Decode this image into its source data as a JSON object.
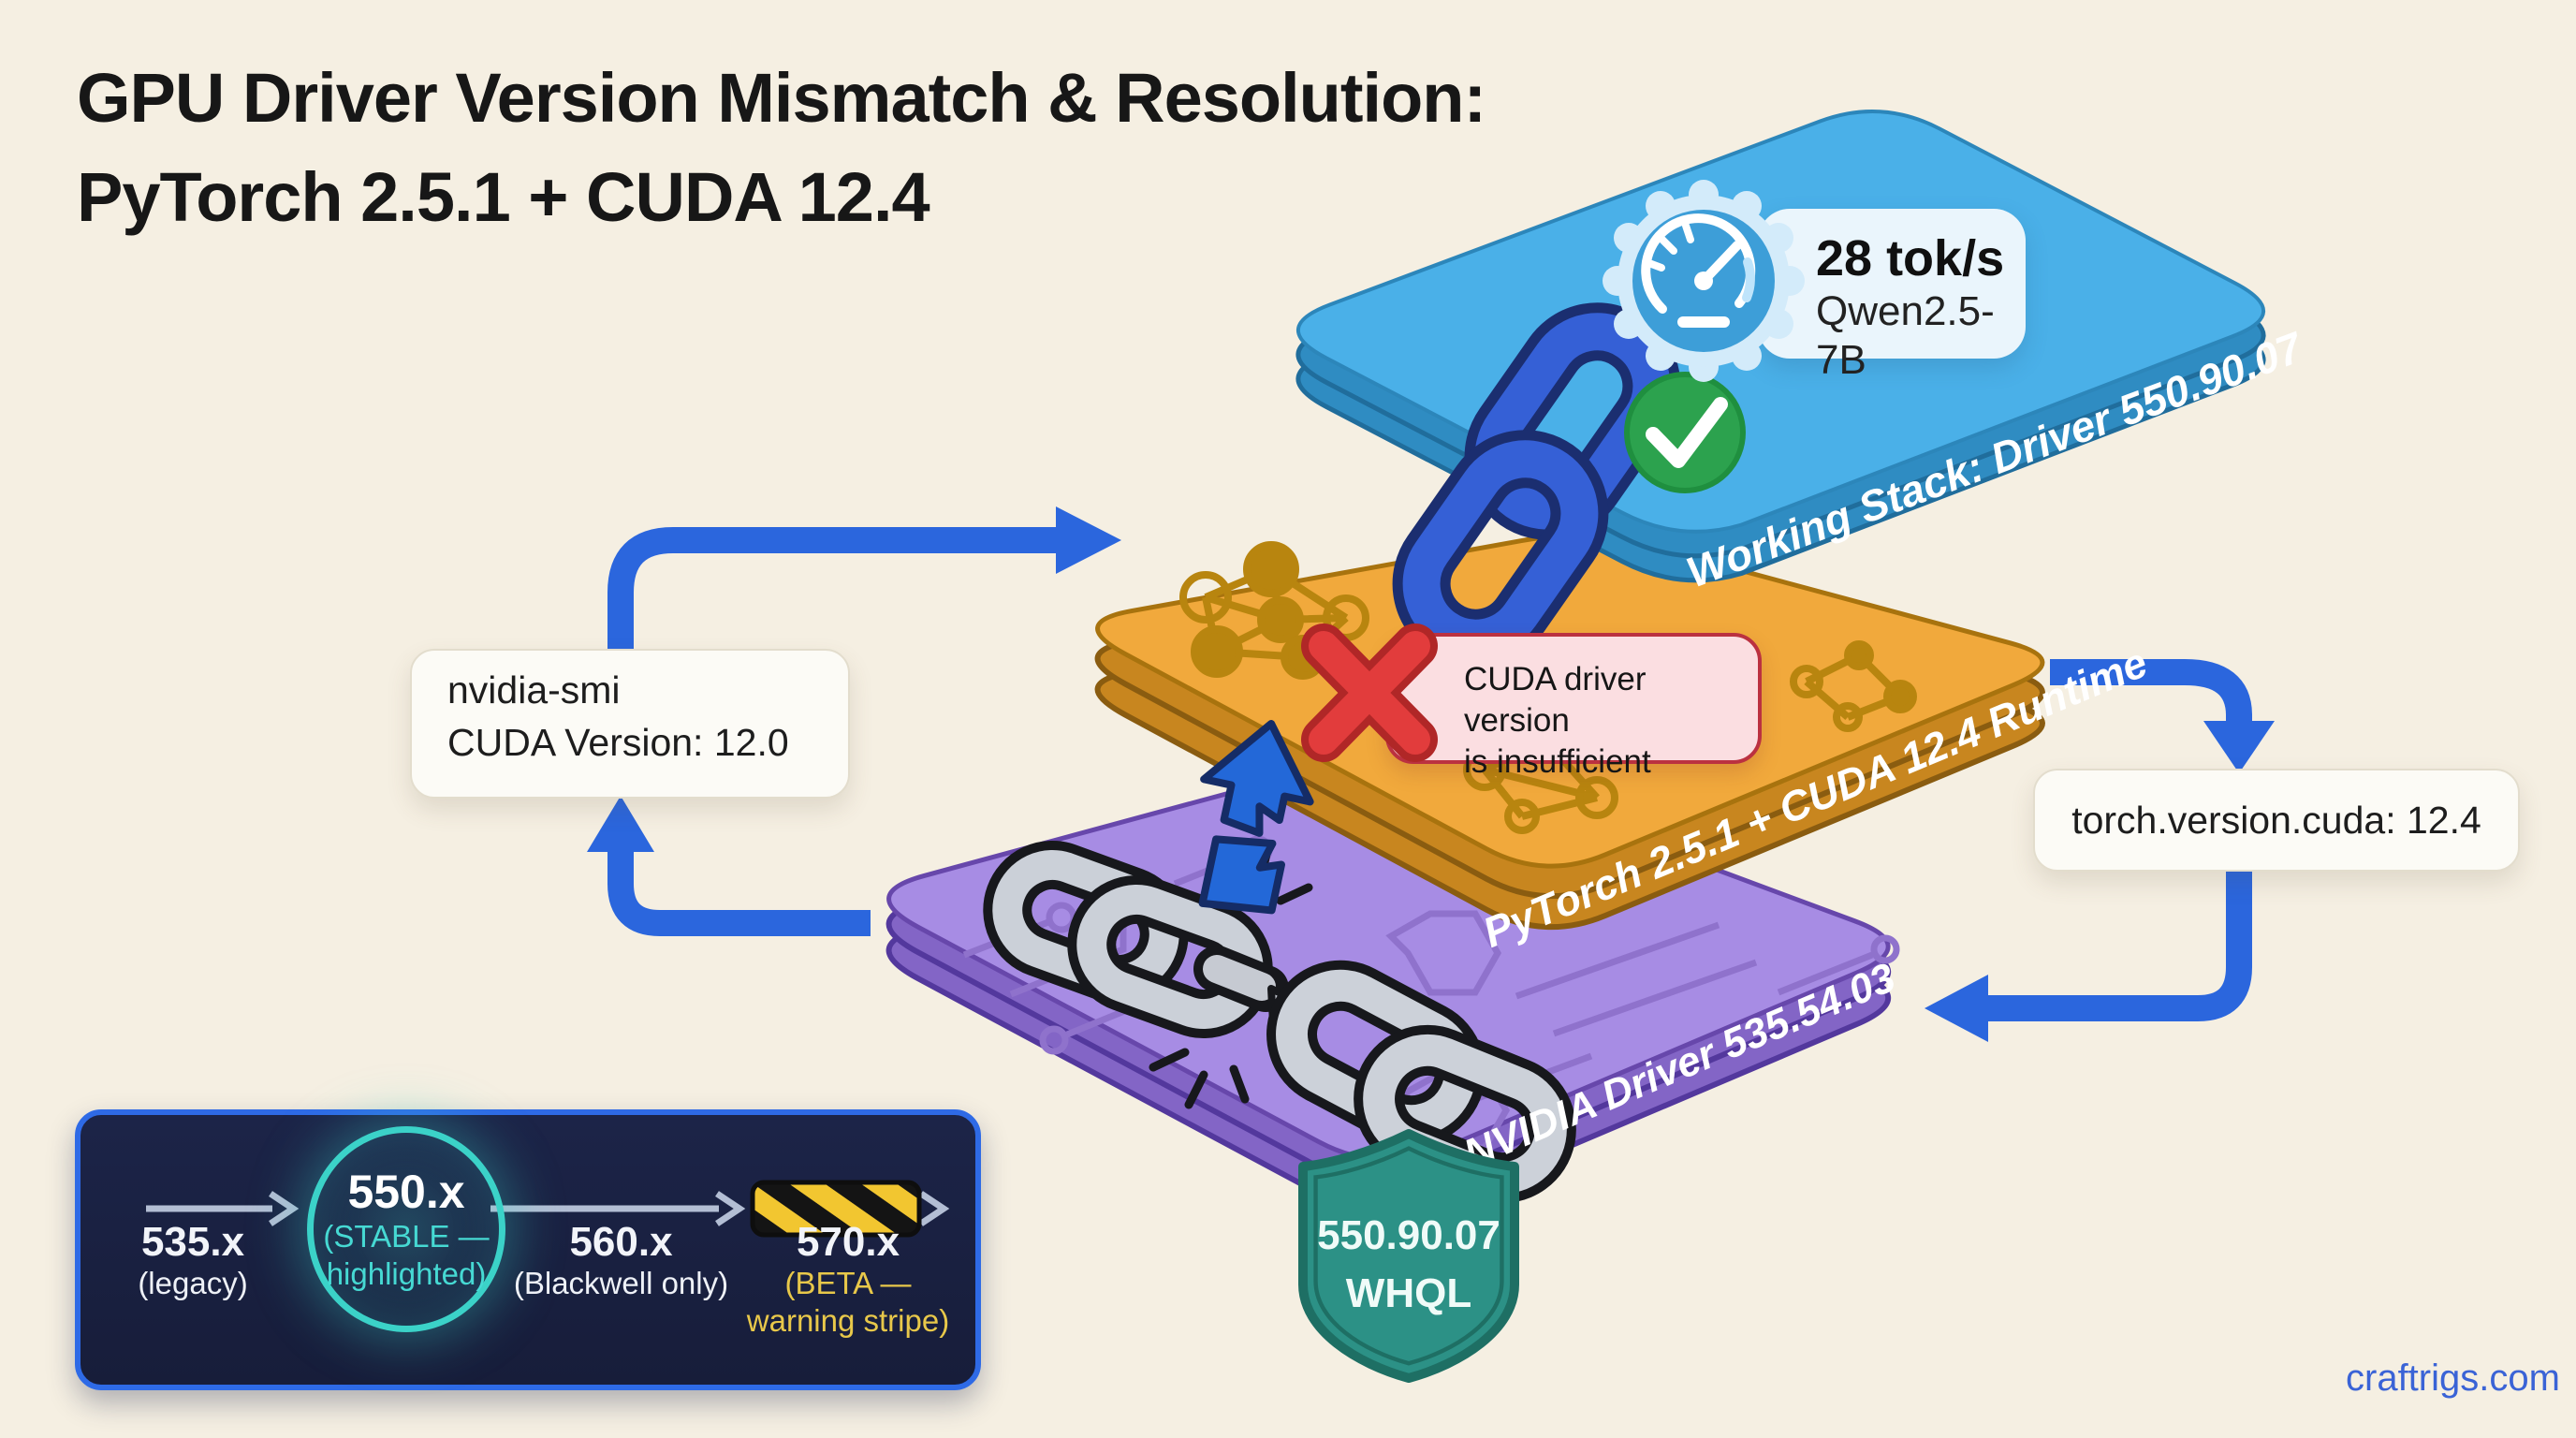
{
  "title": {
    "line1": "GPU Driver Version Mismatch & Resolution:",
    "line2": "PyTorch 2.5.1 + CUDA 12.4"
  },
  "badge": {
    "value": "28 tok/s",
    "model": "Qwen2.5-7B"
  },
  "layers": {
    "working": {
      "label": "Working Stack: Driver 550.90.07"
    },
    "runtime": {
      "label": "PyTorch 2.5.1 + CUDA 12.4 Runtime"
    },
    "driver": {
      "label": "NVIDIA Driver 535.54.03"
    }
  },
  "callouts": {
    "error": {
      "line1": "CUDA driver version",
      "line2": "is insufficient"
    },
    "smi": {
      "line1": "nvidia-smi",
      "line2": "CUDA Version: 12.0"
    },
    "torch": {
      "text": "torch.version.cuda: 12.4"
    }
  },
  "shield": {
    "version": "550.90.07",
    "cert": "WHQL"
  },
  "timeline": {
    "stops": [
      {
        "version": "535.x",
        "note": "(legacy)"
      },
      {
        "version": "550.x",
        "note1": "(STABLE —",
        "note2": "highlighted)"
      },
      {
        "version": "560.x",
        "note": "(Blackwell only)"
      },
      {
        "version": "570.x",
        "note1": "(BETA —",
        "note2": "warning stripe)"
      }
    ]
  },
  "watermark": "craftrigs.com",
  "colors": {
    "background": "#f5efe2",
    "arrow_blue": "#2b66dd",
    "layer_working_blue": "#4ab0e8",
    "layer_runtime_orange": "#f1a93c",
    "layer_driver_purple": "#a78ce4",
    "error_red": "#e23c3c",
    "success_green": "#2ca24e",
    "shield_teal": "#2c9186",
    "panel_navy": "#1a2143",
    "highlight_teal": "#3bd2c8",
    "warning_yellow": "#e8c84a",
    "watermark_blue": "#3a63d6"
  }
}
